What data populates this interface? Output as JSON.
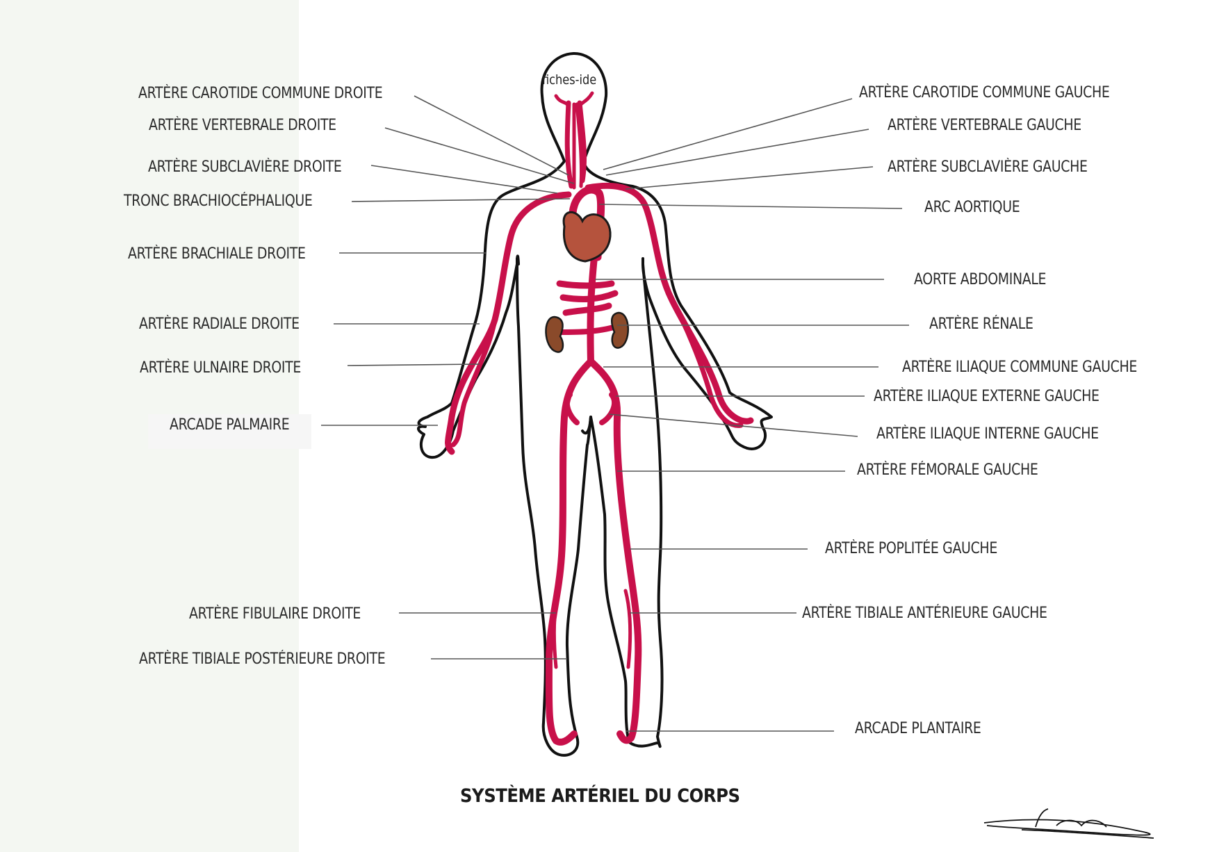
{
  "colors": {
    "artery": "#c8104a",
    "heart": "#b5533d",
    "kidney": "#8a4a2a",
    "outline": "#111111",
    "leader": "#555555"
  },
  "watermark": "fiches-ide",
  "title": "SYSTÈME ARTÉRIEL DU CORPS",
  "signature": "Léana",
  "labels_left": [
    "ARTÈRE CAROTIDE COMMUNE DROITE",
    "ARTÈRE VERTEBRALE DROITE",
    "ARTÈRE SUBCLAVIÈRE DROITE",
    "TRONC BRACHIOCÉPHALIQUE",
    "ARTÈRE BRACHIALE DROITE",
    "ARTÈRE RADIALE DROITE",
    "ARTÈRE ULNAIRE DROITE",
    "ARCADE PALMAIRE",
    "ARTÈRE FIBULAIRE DROITE",
    "ARTÈRE TIBIALE POSTÉRIEURE DROITE"
  ],
  "labels_right": [
    "ARTÈRE CAROTIDE COMMUNE GAUCHE",
    "ARTÈRE VERTEBRALE GAUCHE",
    "ARTÈRE SUBCLAVIÈRE GAUCHE",
    "ARC AORTIQUE",
    "AORTE ABDOMINALE",
    "ARTÈRE RÉNALE",
    "ARTÈRE ILIAQUE COMMUNE GAUCHE",
    "ARTÈRE ILIAQUE EXTERNE GAUCHE",
    "ARTÈRE ILIAQUE INTERNE GAUCHE",
    "ARTÈRE FÉMORALE GAUCHE",
    "ARTÈRE POPLITÉE GAUCHE",
    "ARTÈRE TIBIALE ANTÉRIEURE GAUCHE",
    "ARCADE PLANTAIRE"
  ]
}
